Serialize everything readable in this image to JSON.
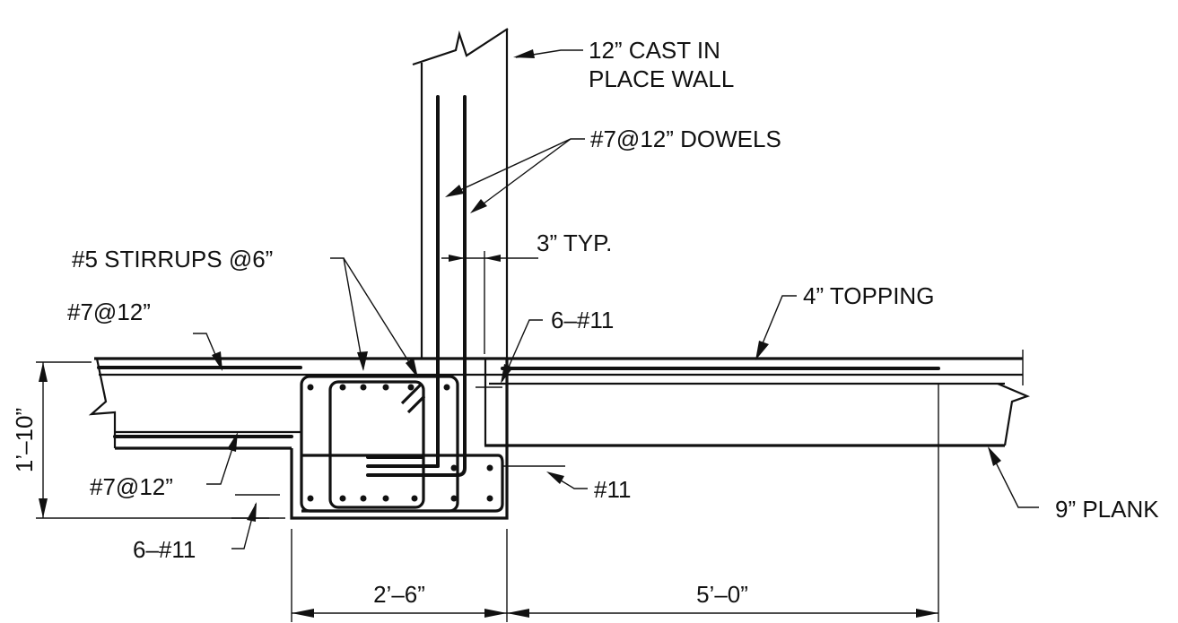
{
  "labels": {
    "wall_line1": "12” CAST IN",
    "wall_line2": "PLACE WALL",
    "dowels": "#7@12” DOWELS",
    "typ": "3” TYP.",
    "stirrups": "#5 STIRRUPS @6”",
    "top_rebar": "#7@12”",
    "topping": "4” TOPPING",
    "bars_top": "6–#11",
    "bottom_rebar": "#7@12”",
    "bar_single": "#11",
    "plank": "9” PLANK",
    "bars_bottom": "6–#11",
    "dim_height": "1’–10”",
    "dim_beam_width": "2’–6”",
    "dim_span": "5’–0”"
  },
  "colors": {
    "ink": "#111111",
    "paper": "#ffffff"
  }
}
